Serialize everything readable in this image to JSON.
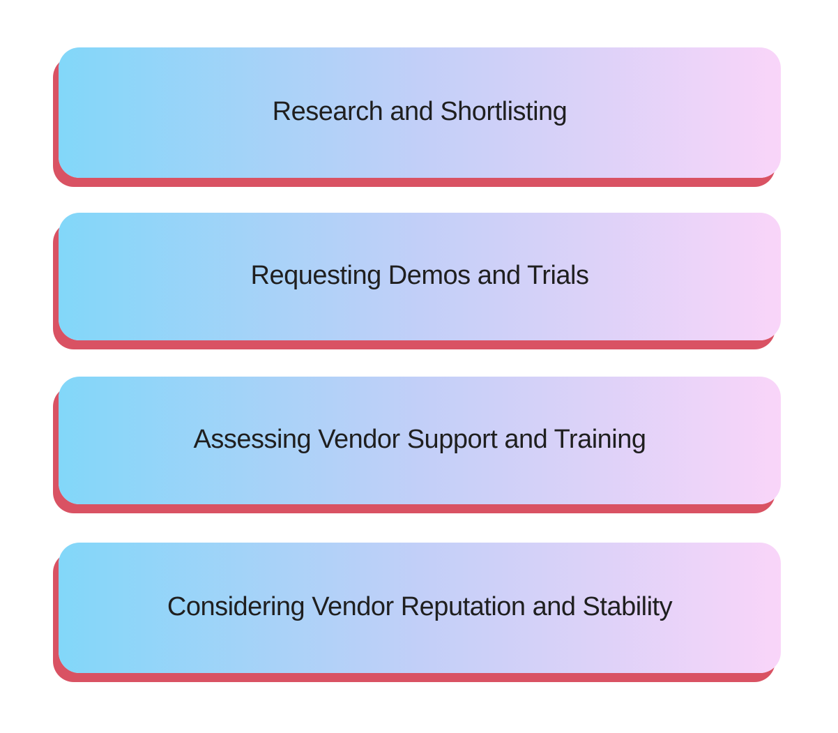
{
  "steps": [
    {
      "label": "Research and Shortlisting"
    },
    {
      "label": "Requesting Demos and Trials"
    },
    {
      "label": "Assessing Vendor Support and Training"
    },
    {
      "label": "Considering Vendor Reputation and Stability"
    }
  ],
  "colors": {
    "gradient_left": "#82d7f9",
    "gradient_mid": "#c2cff8",
    "gradient_right": "#f9d5f9",
    "shadow": "#d95263",
    "text": "#1f1f1f",
    "background": "#ffffff"
  }
}
